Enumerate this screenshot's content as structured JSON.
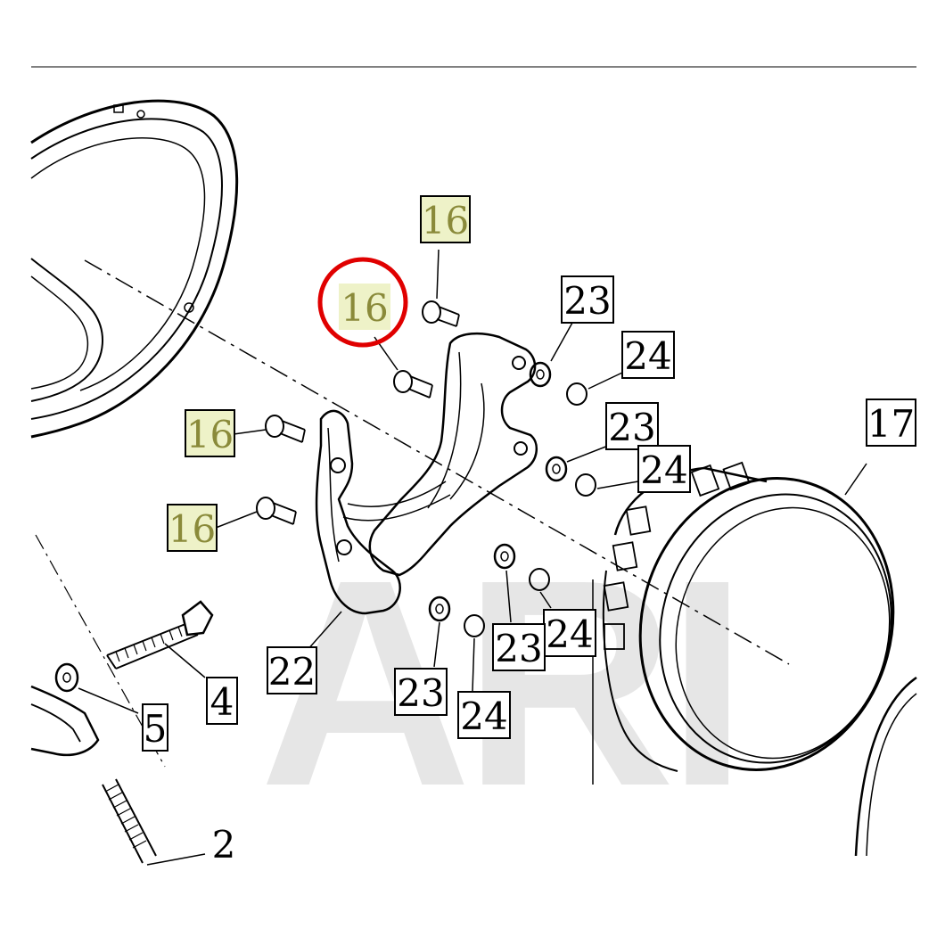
{
  "watermark": "ARI",
  "colors": {
    "line": "#000000",
    "highlight_box": "#eef2c8",
    "highlight_text": "#8a8a3a",
    "circle": "#e00000",
    "watermark": "#e6e6e6"
  },
  "callouts": [
    {
      "id": "c16a",
      "text": "16",
      "highlighted": true,
      "boxed": true
    },
    {
      "id": "c16b",
      "text": "16",
      "highlighted": true,
      "boxed": false,
      "circled": true
    },
    {
      "id": "c16c",
      "text": "16",
      "highlighted": true,
      "boxed": true
    },
    {
      "id": "c16d",
      "text": "16",
      "highlighted": true,
      "boxed": true
    },
    {
      "id": "c23a",
      "text": "23",
      "highlighted": false,
      "boxed": true
    },
    {
      "id": "c24a",
      "text": "24",
      "highlighted": false,
      "boxed": true
    },
    {
      "id": "c23b",
      "text": "23",
      "highlighted": false,
      "boxed": true
    },
    {
      "id": "c24b",
      "text": "24",
      "highlighted": false,
      "boxed": true
    },
    {
      "id": "c17",
      "text": "17",
      "highlighted": false,
      "boxed": true
    },
    {
      "id": "c24c",
      "text": "24",
      "highlighted": false,
      "boxed": true
    },
    {
      "id": "c23c",
      "text": "23",
      "highlighted": false,
      "boxed": true
    },
    {
      "id": "c23d",
      "text": "23",
      "highlighted": false,
      "boxed": true
    },
    {
      "id": "c24d",
      "text": "24",
      "highlighted": false,
      "boxed": true
    },
    {
      "id": "c22",
      "text": "22",
      "highlighted": false,
      "boxed": true
    },
    {
      "id": "c4",
      "text": "4",
      "highlighted": false,
      "boxed": true
    },
    {
      "id": "c5",
      "text": "5",
      "highlighted": false,
      "boxed": true
    },
    {
      "id": "c2",
      "text": "2",
      "highlighted": false,
      "boxed": false
    }
  ]
}
